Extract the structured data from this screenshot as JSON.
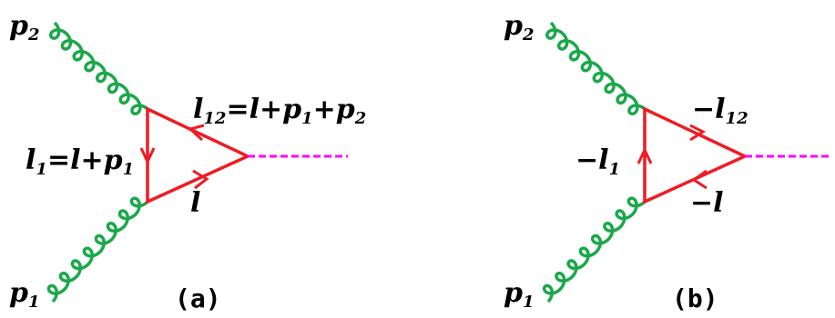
{
  "colors": {
    "gluon": "#1aa84a",
    "fermion": "#ee1c24",
    "scalar": "#ff00ff",
    "text": "#000000"
  },
  "diagram_a": {
    "caption": "(a)",
    "labels": {
      "p2": {
        "base": "p",
        "sub": "2"
      },
      "p1": {
        "base": "p",
        "sub": "1"
      },
      "l12": {
        "base": "l",
        "sub": "12",
        "rest": "=l+p",
        "rest_sub1": "1",
        "rest_mid": "+p",
        "rest_sub2": "2"
      },
      "l1": {
        "base": "l",
        "sub": "1",
        "rest": "=l+p",
        "rest_sub": "1"
      },
      "l": {
        "base": "l"
      }
    }
  },
  "diagram_b": {
    "caption": "(b)",
    "labels": {
      "p2": {
        "base": "p",
        "sub": "2"
      },
      "p1": {
        "base": "p",
        "sub": "1"
      },
      "l12": {
        "base": "−l",
        "sub": "12"
      },
      "l1": {
        "base": "−l",
        "sub": "1"
      },
      "l": {
        "base": "−l"
      }
    }
  }
}
